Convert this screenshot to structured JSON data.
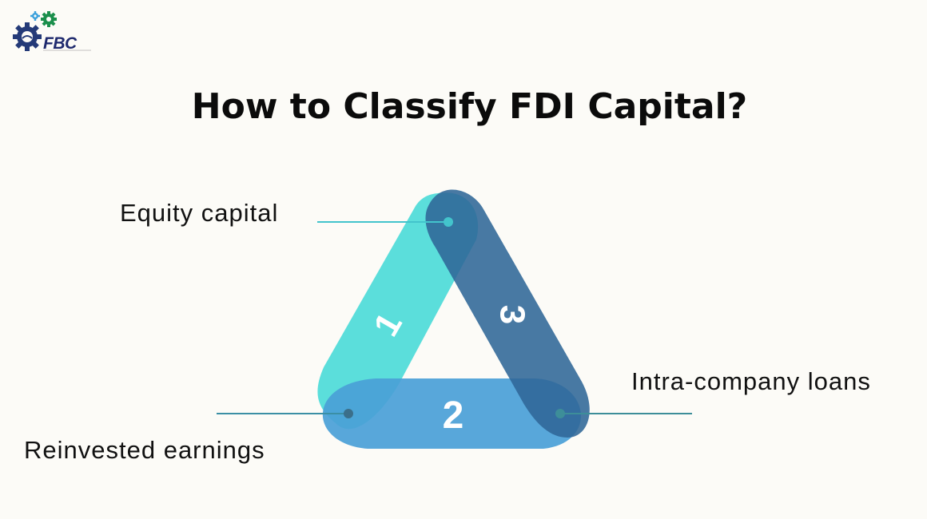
{
  "logo": {
    "text": "FBC"
  },
  "title": "How to Classify FDI Capital?",
  "items": [
    {
      "number": "1",
      "label": "Equity capital"
    },
    {
      "number": "2",
      "label": "Reinvested earnings"
    },
    {
      "number": "3",
      "label": "Intra-company loans"
    }
  ],
  "colors": {
    "segment1": "#4fdcd8",
    "segment2": "#4a9fd7",
    "segment3": "#2f6797",
    "connector1": "#43c4cc",
    "connector2": "#3b8fa5",
    "connector3": "#3d8e99",
    "logo_gear": "#243a78",
    "logo_gear_small": "#1b8f4c",
    "logo_gear_tiny": "#3aa0dc"
  }
}
